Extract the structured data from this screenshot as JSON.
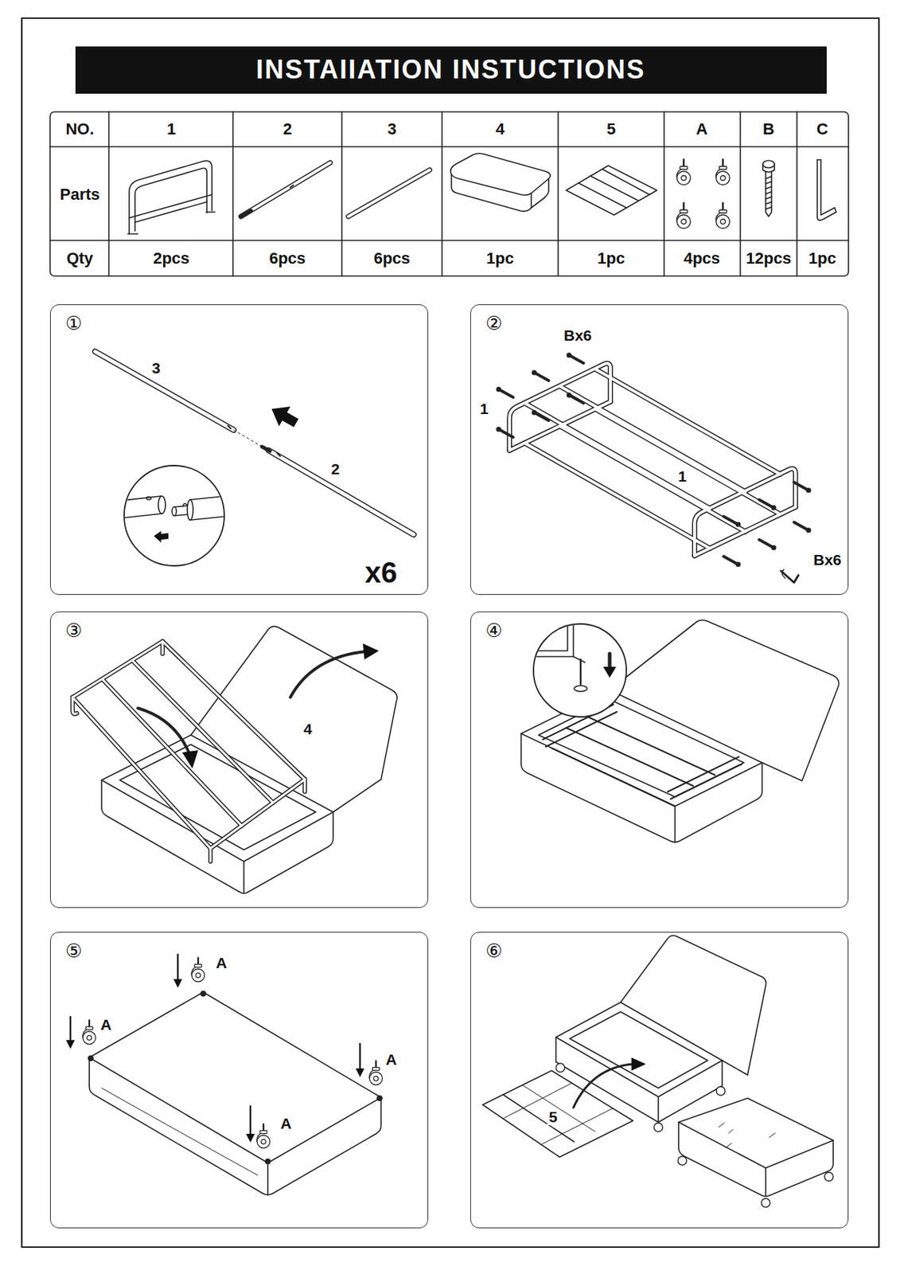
{
  "diagram": {
    "title": "INSTAIIATION INSTUCTIONS",
    "nodes": [
      {
        "text": [
          "①"
        ]
      },
      {
        "text": [
          "②"
        ]
      },
      {
        "text": [
          "③"
        ]
      },
      {
        "text": [
          "④"
        ]
      },
      {
        "text": [
          "⑤"
        ]
      },
      {
        "text": [
          "⑥"
        ]
      }
    ],
    "labels": [
      "NO.",
      "1",
      "2",
      "3",
      "4",
      "5",
      "A",
      "B",
      "C",
      "Parts",
      "Qty",
      "2pcs",
      "6pcs",
      "6pcs",
      "1pc",
      "1pc",
      "4pcs",
      "12pcs",
      "1pc",
      "3",
      "2",
      "x6",
      "Bx6",
      "1",
      "1",
      "Bx6",
      "4",
      "A",
      "A",
      "A",
      "A",
      "5"
    ]
  }
}
